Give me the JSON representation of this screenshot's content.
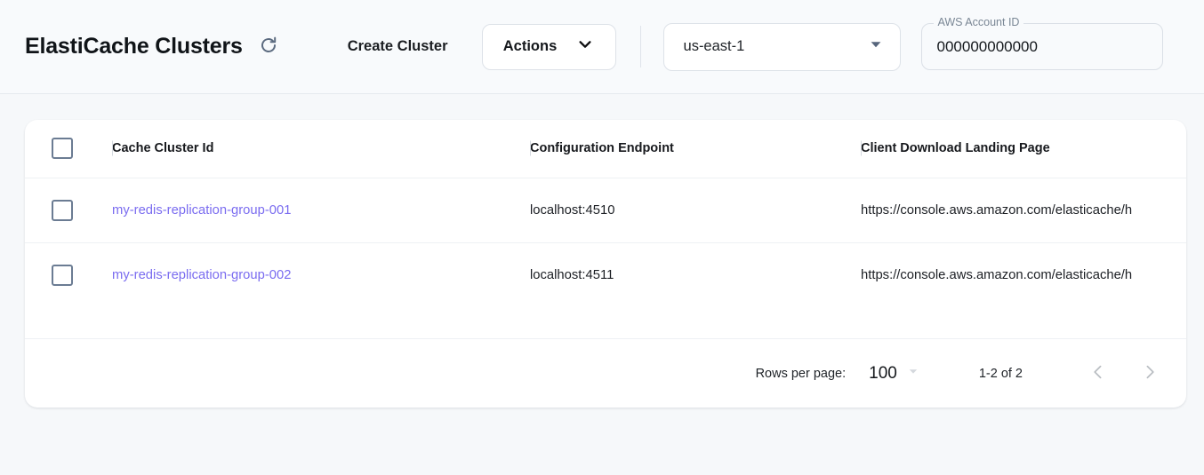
{
  "header": {
    "title": "ElastiCache Clusters",
    "refresh_icon": "refresh-icon",
    "create_cluster_label": "Create Cluster",
    "actions_label": "Actions",
    "actions_caret_icon": "chevron-down-icon",
    "region": {
      "value": "us-east-1",
      "caret_icon": "triangle-down-icon"
    },
    "account": {
      "label": "AWS Account ID",
      "value": "000000000000"
    }
  },
  "table": {
    "select_all_checkbox": "unchecked",
    "columns": [
      {
        "key": "checkbox",
        "label": ""
      },
      {
        "key": "cluster_id",
        "label": "Cache Cluster Id"
      },
      {
        "key": "config_endpoint",
        "label": "Configuration Endpoint"
      },
      {
        "key": "landing_page",
        "label": "Client Download Landing Page"
      }
    ],
    "rows": [
      {
        "checkbox": "unchecked",
        "cluster_id": "my-redis-replication-group-001",
        "config_endpoint": "localhost:4510",
        "landing_page": "https://console.aws.amazon.com/elasticache/h"
      },
      {
        "checkbox": "unchecked",
        "cluster_id": "my-redis-replication-group-002",
        "config_endpoint": "localhost:4511",
        "landing_page": "https://console.aws.amazon.com/elasticache/h"
      }
    ]
  },
  "pagination": {
    "rows_per_page_label": "Rows per page:",
    "rows_per_page_value": "100",
    "rows_per_page_caret_icon": "caret-down-icon",
    "range_label": "1-2 of 2",
    "prev_icon": "chevron-left-icon",
    "next_icon": "chevron-right-icon"
  },
  "colors": {
    "link": "#7a6cf0",
    "page_bg": "#f6f8fa",
    "header_bg": "#f8fafc",
    "card_bg": "#ffffff",
    "checkbox_border": "#6b7c93"
  }
}
